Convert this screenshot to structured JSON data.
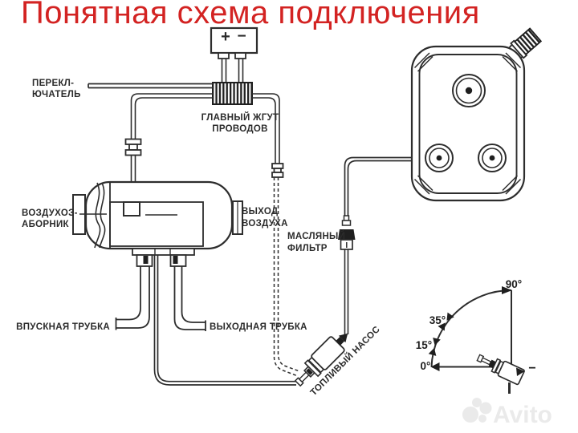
{
  "title": "Понятная схема подключения",
  "colors": {
    "title": "#d32322",
    "line": "#2d2d2d",
    "background": "#ffffff",
    "watermark": "#e9e9e9"
  },
  "diagram": {
    "battery": {
      "plus": "+",
      "minus": "−"
    },
    "labels": {
      "switch_l1": "ПЕРЕКЛ-",
      "switch_l2": "ЮЧАТЕЛЬ",
      "harness_l1": "ГЛАВНЫЙ ЖГУТ",
      "harness_l2": "ПРОВОДОВ",
      "air_intake_l1": "ВОЗДУХОЗ-",
      "air_intake_l2": "АБОРНИК",
      "air_outlet_l1": "ВЫХОД",
      "air_outlet_l2": "ВОЗДУХА",
      "oil_filter_l1": "МАСЛЯНЫЙ",
      "oil_filter_l2": "ФИЛЬТР",
      "inlet_tube": "ВПУСКНАЯ ТРУБКА",
      "outlet_tube": "ВЫХОДНАЯ ТРУБКА",
      "fuel_pump": "ТОПЛИВЫЙ НАСОС"
    },
    "angle_diagram": {
      "deg90": "90°",
      "deg35": "35°",
      "deg15": "15°",
      "deg0": "0°",
      "minus": "−"
    }
  },
  "watermark": {
    "text": "Avito"
  }
}
